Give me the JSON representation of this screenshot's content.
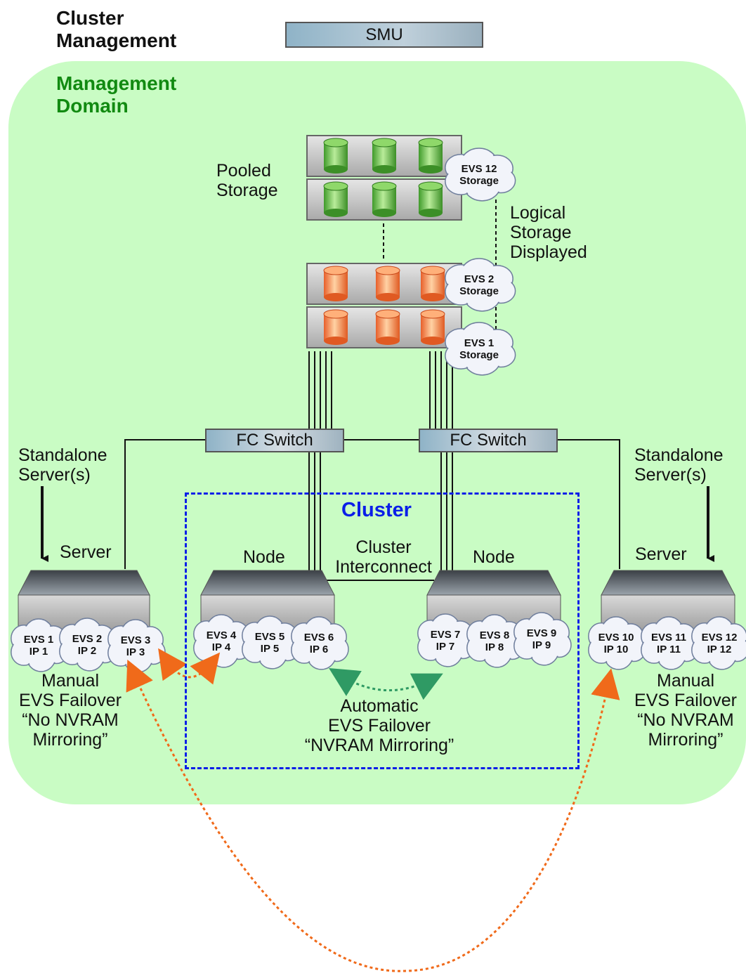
{
  "cluster_management_label": "Cluster\nManagement",
  "smu_label": "SMU",
  "management_domain_label": "Management\nDomain",
  "pooled_storage_label": "Pooled\nStorage",
  "logical_storage_label": "Logical\nStorage\nDisplayed",
  "fc_switch_left_label": "FC Switch",
  "fc_switch_right_label": "FC Switch",
  "standalone_left_label": "Standalone\nServer(s)",
  "standalone_right_label": "Standalone\nServer(s)",
  "cluster_label": "Cluster",
  "cluster_interconnect_label": "Cluster\nInterconnect",
  "server_left_label": "Server",
  "server_right_label": "Server",
  "node_left_label": "Node",
  "node_right_label": "Node",
  "storage_clouds": [
    {
      "text": "EVS 12\nStorage"
    },
    {
      "text": "EVS 2\nStorage"
    },
    {
      "text": "EVS 1\nStorage"
    }
  ],
  "evs_clouds": [
    {
      "text": "EVS 1\nIP 1"
    },
    {
      "text": "EVS 2\nIP 2"
    },
    {
      "text": "EVS 3\nIP 3"
    },
    {
      "text": "EVS 4\nIP 4"
    },
    {
      "text": "EVS 5\nIP 5"
    },
    {
      "text": "EVS 6\nIP 6"
    },
    {
      "text": "EVS 7\nIP 7"
    },
    {
      "text": "EVS 8\nIP 8"
    },
    {
      "text": "EVS 9\nIP 9"
    },
    {
      "text": "EVS 10\nIP 10"
    },
    {
      "text": "EVS 11\nIP 11"
    },
    {
      "text": "EVS 12\nIP 12"
    }
  ],
  "manual_failover_left_label": "Manual\nEVS Failover\n“No NVRAM\nMirroring”",
  "manual_failover_right_label": "Manual\nEVS Failover\n“No NVRAM\nMirroring”",
  "automatic_failover_label": "Automatic\nEVS Failover\n“NVRAM Mirroring”",
  "colors": {
    "domain_fill": "#c9fcc4",
    "domain_title": "#118a11",
    "cluster_blue": "#0a1ee8",
    "manual_arrow": "#f06a1a",
    "auto_arrow": "#2f9a64",
    "green_disk": "#5cbd3c",
    "orange_disk": "#f7874a"
  }
}
